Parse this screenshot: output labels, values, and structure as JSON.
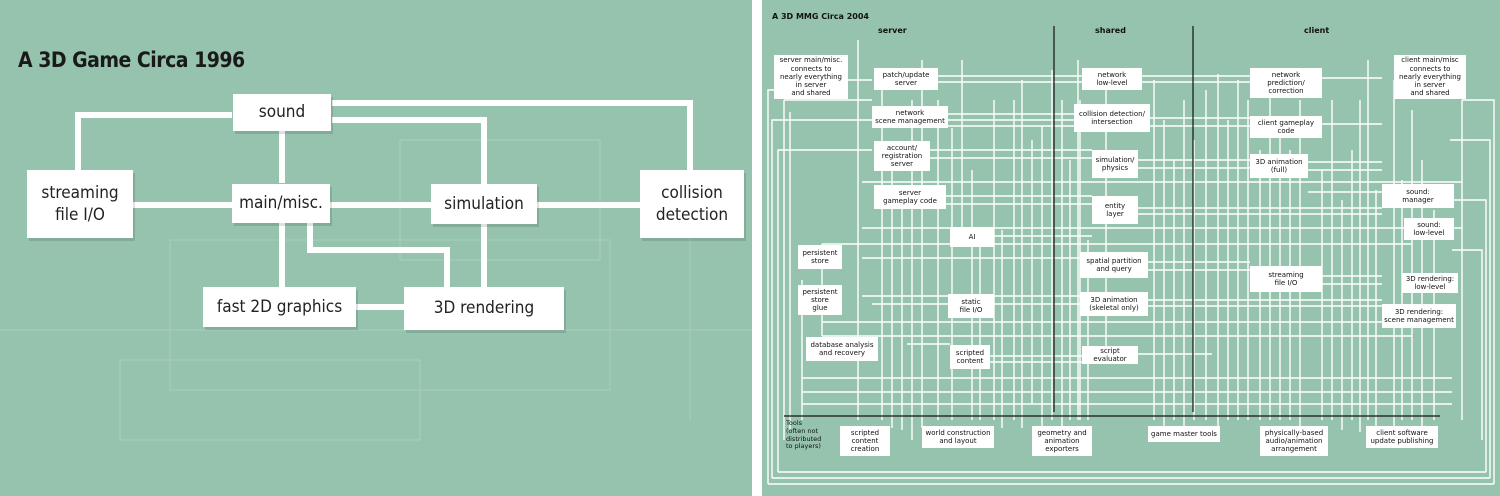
{
  "left_diagram": {
    "title": "A 3D Game Circa 1996",
    "nodes": {
      "sound": "sound",
      "streaming": "streaming\nfile I/O",
      "main": "main/misc.",
      "simulation": "simulation",
      "collision": "collision\ndetection",
      "fast2d": "fast 2D graphics",
      "rendering3d": "3D rendering"
    }
  },
  "right_diagram": {
    "title": "A 3D MMG Circa 2004",
    "columns": {
      "server": "server",
      "shared": "shared",
      "client": "client"
    },
    "tools_label": "Tools\n(often not\ndistributed\nto players)",
    "nodes": {
      "server_main": "server main/misc.\nconnects to\nnearly everything\nin server\nand shared",
      "patch_update": "patch/update\nserver",
      "network_scene_mgmt": "network\nscene management",
      "account_reg": "account/\nregistration\nserver",
      "server_gameplay": "server\ngameplay code",
      "ai": "AI",
      "persistent_store": "persistent\nstore",
      "persistent_glue": "persistent\nstore\nglue",
      "static_file_io": "static\nfile I/O",
      "db_analysis": "database analysis\nand recovery",
      "scripted_content": "scripted\ncontent",
      "network_low": "network\nlow-level",
      "collision_intersect": "collision detection/\nintersection",
      "simulation_physics": "simulation/\nphysics",
      "entity_layer": "entity\nlayer",
      "spatial_partition": "spatial partition\nand query",
      "anim_skeletal": "3D animation\n(skeletal only)",
      "script_evaluator": "script evaluator",
      "network_prediction": "network\nprediction/\ncorrection",
      "client_gameplay": "client gameplay\ncode",
      "anim_full": "3D animation\n(full)",
      "streaming_file_io": "streaming\nfile I/O",
      "client_main": "client main/misc\nconnects to\nnearly everything\nin server\nand shared",
      "sound_manager": "sound:\nmanager",
      "sound_low": "sound:\nlow-level",
      "render_low": "3D rendering:\nlow-level",
      "render_scene": "3D rendering:\nscene management",
      "scripted_creation": "scripted\ncontent\ncreation",
      "world_construction": "world construction\nand layout",
      "geometry_exporters": "geometry and\nanimation\nexporters",
      "game_master": "game master tools",
      "audio_arrangement": "physically-based\naudio/animation\narrangement",
      "client_publishing": "client software\nupdate publishing"
    }
  }
}
